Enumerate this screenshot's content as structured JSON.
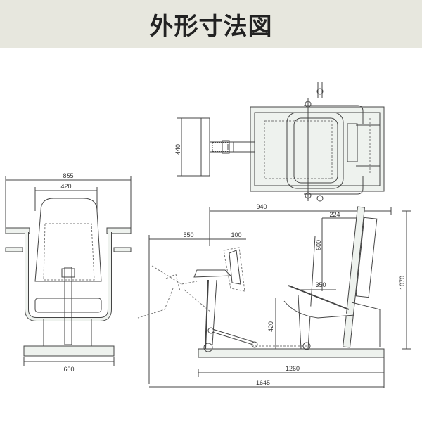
{
  "page_title": "外形寸法図",
  "colors": {
    "header_bg": "#e7e7de",
    "line": "#444444",
    "frame_fill": "#eef2ee",
    "dash": "#777777"
  },
  "dimensions": {
    "front_overall_width": "855",
    "front_seat_width": "420",
    "front_base_width": "600",
    "top_depth": "440",
    "side_940": "940",
    "side_224": "224",
    "side_600": "600",
    "side_550": "550",
    "side_100": "100",
    "side_350": "350",
    "side_420": "420",
    "side_height": "1070",
    "side_base_length": "1260",
    "side_overall_length": "1645"
  }
}
